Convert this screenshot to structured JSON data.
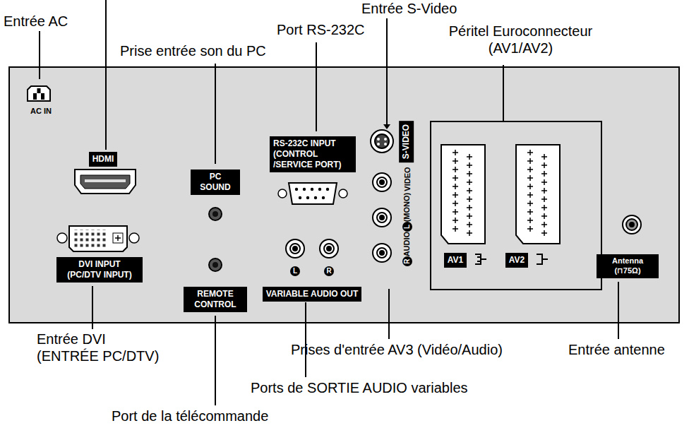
{
  "diagram": {
    "labels": [
      "Entrée AC",
      "Entrée S-Video",
      "Port RS-232C",
      "Péritel Euroconnecteur (AV1/AV2)",
      "Prise entrée son du PC",
      "AC IN",
      "HDMI",
      "PC SOUND",
      "RS-232C INPUT (CONTROL /SERVICE PORT)",
      "S-VIDEO",
      "VIDEO",
      "(MONO)",
      "L",
      "AUDIO",
      "R",
      "AV1",
      "AV2",
      "DVI INPUT (PC/DTV INPUT)",
      "REMOTE CONTROL",
      "L",
      "R",
      "VARIABLE AUDIO OUT",
      "Antenna (⊓75Ω)",
      "Entrée DVI (ENTRÉE PC/DTV)",
      "Prises d'entrée AV3 (Vidéo/Audio)",
      "Entrée antenne",
      "Ports de SORTIE AUDIO variables",
      "Port de la télécommande"
    ]
  }
}
